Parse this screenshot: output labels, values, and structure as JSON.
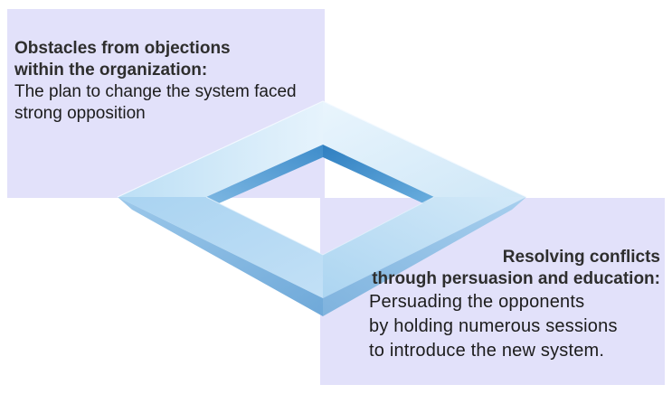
{
  "top_note": {
    "heading_line1": "Obstacles from objections",
    "heading_line2": "within the organization:",
    "body_line1": "The plan to change the system faced",
    "body_line2": "strong opposition"
  },
  "bottom_note": {
    "heading_line1": "Resolving conflicts",
    "heading_line2": "through persuasion and education:",
    "body_line1": "Persuading the opponents",
    "body_line2": "by holding numerous sessions",
    "body_line3": "to introduce the new system."
  },
  "colors": {
    "panel_fill": "#e2e1fa",
    "frame_light": "#d6eaf8",
    "frame_mid": "#9ccbec",
    "frame_dark": "#4f9ad3"
  }
}
